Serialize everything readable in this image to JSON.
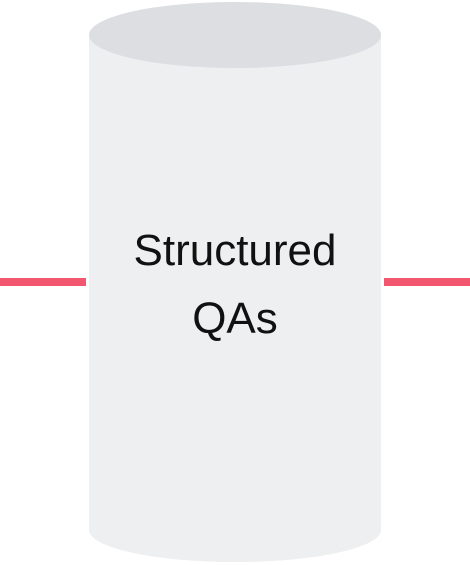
{
  "diagram": {
    "node": {
      "shape": "cylinder",
      "label_line1": "Structured",
      "label_line2": "QAs",
      "body_color": "#eeeff1",
      "top_color": "#dcdee2"
    },
    "edges": {
      "color": "#f2576f",
      "left": "incoming-connector",
      "right": "outgoing-connector"
    }
  }
}
